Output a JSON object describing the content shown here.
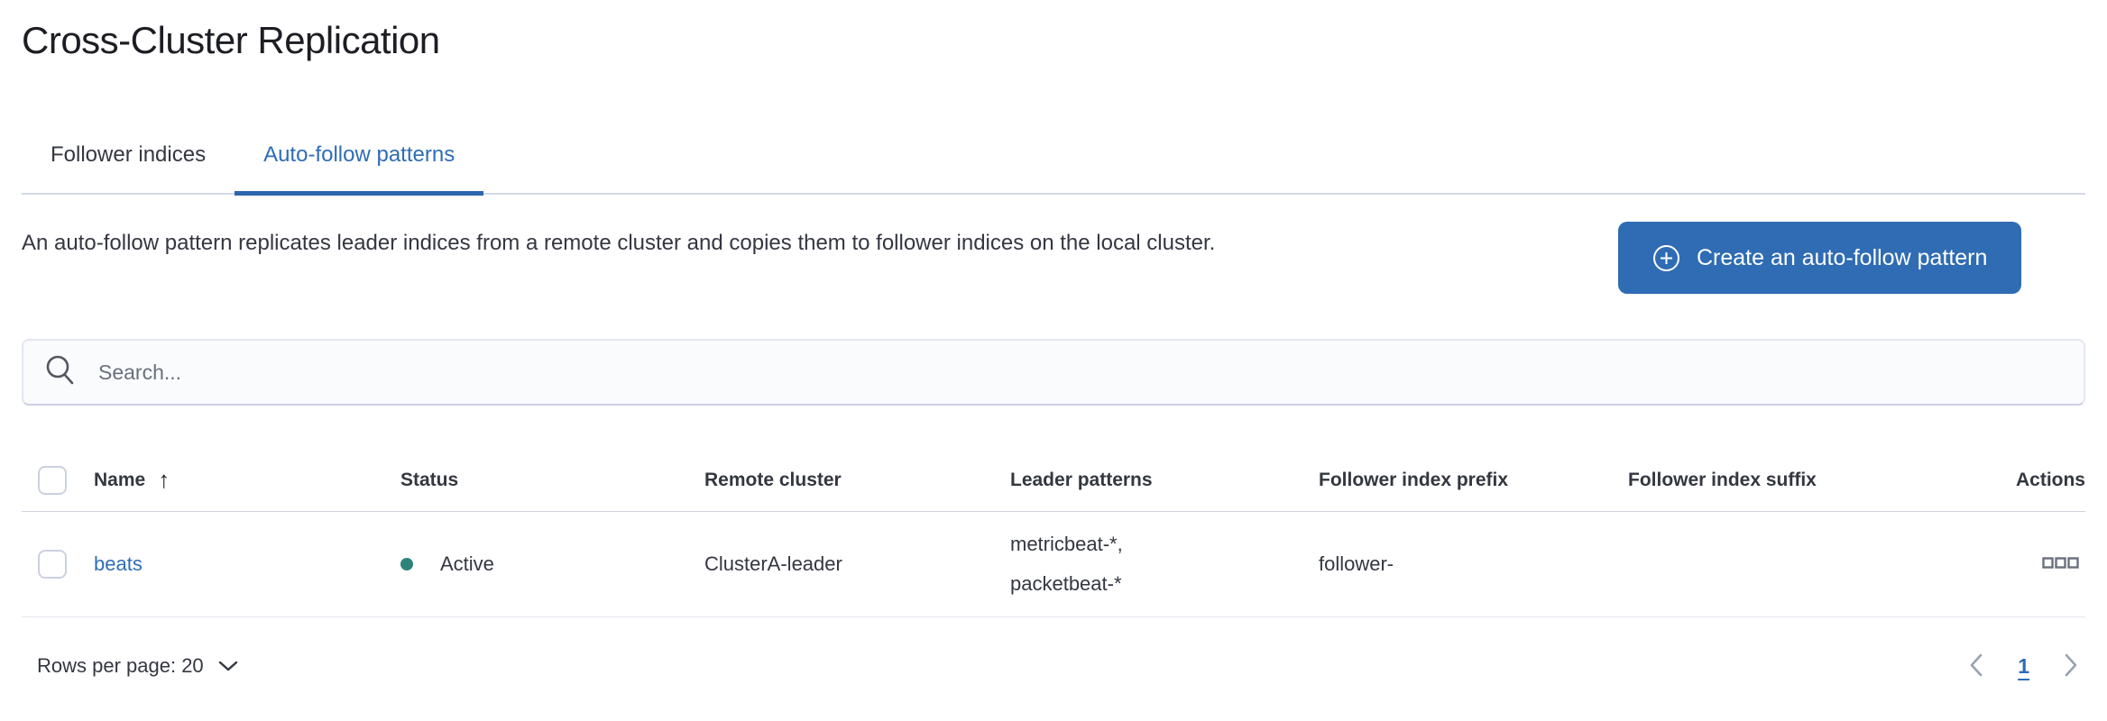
{
  "page": {
    "title": "Cross-Cluster Replication"
  },
  "tabs": [
    {
      "label": "Follower indices",
      "active": false
    },
    {
      "label": "Auto-follow patterns",
      "active": true
    }
  ],
  "intro": {
    "description": "An auto-follow pattern replicates leader indices from a remote cluster and copies them to follower indices on the local cluster.",
    "create_button_label": "Create an auto-follow pattern",
    "create_button_icon": "plus-in-circle-icon"
  },
  "search": {
    "placeholder": "Search...",
    "value": "",
    "icon": "search-icon"
  },
  "table": {
    "columns": {
      "name": "Name",
      "status": "Status",
      "remote_cluster": "Remote cluster",
      "leader_patterns": "Leader patterns",
      "follower_index_prefix": "Follower index prefix",
      "follower_index_suffix": "Follower index suffix",
      "actions": "Actions"
    },
    "sort": {
      "column": "Name",
      "direction": "ascending",
      "icon": "sort-ascending-arrow-icon",
      "glyph": "↑"
    },
    "rows": [
      {
        "name": "beats",
        "status": "Active",
        "status_color": "#2e8479",
        "remote_cluster": "ClusterA-leader",
        "leader_patterns_line1": "metricbeat-*,",
        "leader_patterns_line2": "packetbeat-*",
        "follower_index_prefix": "follower-",
        "follower_index_suffix": "",
        "actions_icon": "boxes-horizontal-icon"
      }
    ]
  },
  "footer": {
    "rows_per_page_label": "Rows per page: 20",
    "pagination": {
      "current_page": "1",
      "prev_icon": "chevron-left-icon",
      "next_icon": "chevron-right-icon"
    }
  },
  "colors": {
    "primary_blue": "#2e6db6",
    "button_blue": "#2f6cb3",
    "status_active": "#2e8479",
    "border_gray": "#d3dae6"
  }
}
